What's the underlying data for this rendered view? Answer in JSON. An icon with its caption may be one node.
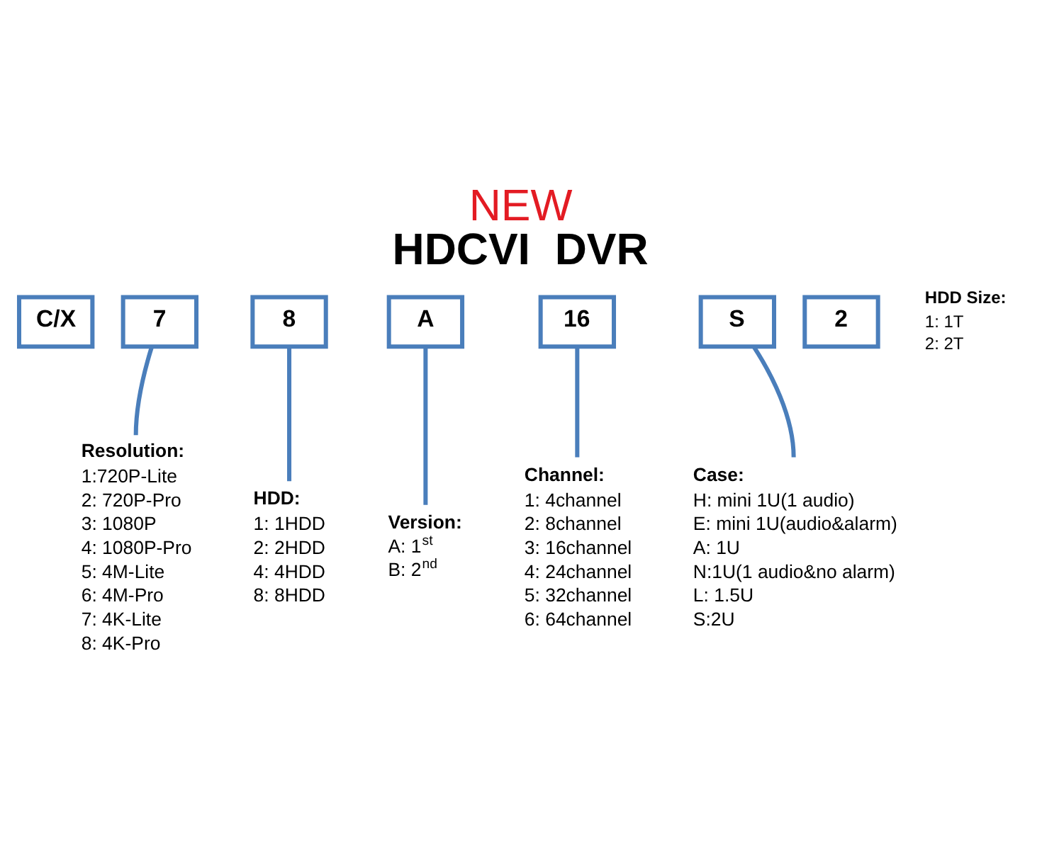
{
  "diagram": {
    "title": "HDCVI  DVR",
    "nodes": [
      {
        "text": [
          "C/X"
        ]
      },
      {
        "text": [
          "7"
        ]
      },
      {
        "text": [
          "8"
        ]
      },
      {
        "text": [
          "A"
        ]
      },
      {
        "text": [
          "16"
        ]
      },
      {
        "text": [
          "S"
        ]
      },
      {
        "text": [
          "2"
        ]
      },
      {
        "text": [
          "Resolution:",
          "1:720P-Lite",
          "2: 720P-Pro",
          "3: 1080P",
          "4: 1080P-Pro",
          "5: 4M-Lite",
          "6: 4M-Pro",
          "7: 4K-Lite",
          "8: 4K-Pro"
        ]
      },
      {
        "text": [
          "HDD:",
          "1: 1HDD",
          "2: 2HDD",
          "4: 4HDD",
          "8: 8HDD"
        ]
      },
      {
        "text": [
          "Version:",
          "A: 1$^{st}$",
          "B: 2$^{nd}$"
        ]
      },
      {
        "text": [
          "Channel:",
          "1: 4channel",
          "2: 8channel",
          "3: 16channel",
          "4: 24channel",
          "5: 32channel",
          "6: 64channel"
        ]
      },
      {
        "text": [
          "Case:",
          "H: mini 1U(1 audio)",
          "E: mini 1U(audio&alarm)",
          "A: 1U",
          "N:1U(1 audio&no alarm)",
          "L: 1.5U",
          "S:2U"
        ]
      }
    ],
    "edges": [
      {
        "from": 1,
        "to": 7,
        "arrow": "none"
      },
      {
        "from": 2,
        "to": 8,
        "arrow": "none"
      },
      {
        "from": 3,
        "to": 9,
        "arrow": "none"
      },
      {
        "from": 4,
        "to": 10,
        "arrow": "none"
      },
      {
        "from": 5,
        "to": 11,
        "arrow": "none"
      }
    ],
    "labels": [
      "NEW",
      "HDD Size:",
      "1: 1T",
      "2: 2T"
    ]
  }
}
